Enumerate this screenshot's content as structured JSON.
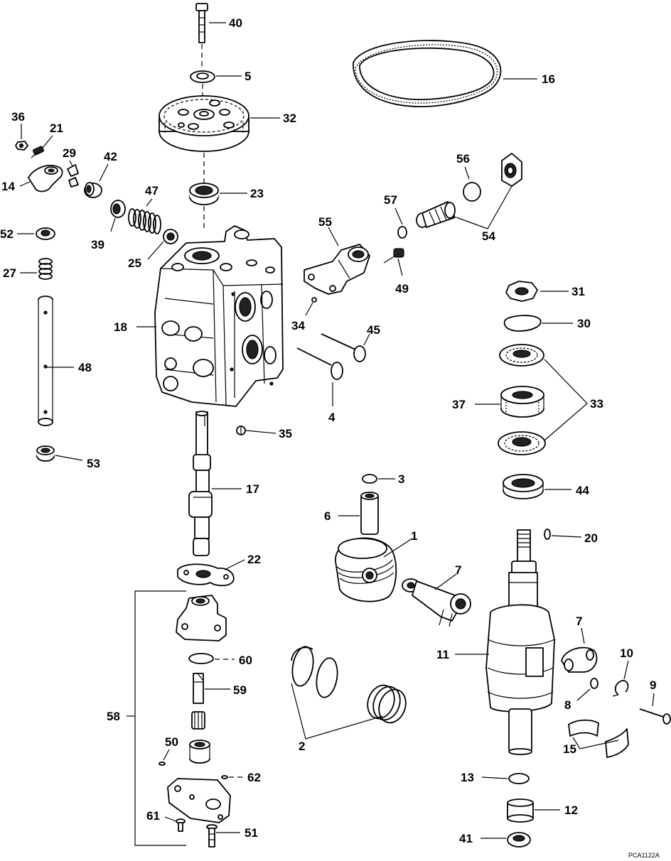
{
  "diagram": {
    "code": "PCA1122A",
    "callouts": {
      "c1": "1",
      "c2": "2",
      "c3": "3",
      "c4": "4",
      "c5": "5",
      "c6": "6",
      "c7a": "7",
      "c7b": "7",
      "c8": "8",
      "c9": "9",
      "c10": "10",
      "c11": "11",
      "c12": "12",
      "c13": "13",
      "c14": "14",
      "c15": "15",
      "c16": "16",
      "c17": "17",
      "c18": "18",
      "c20": "20",
      "c21": "21",
      "c22": "22",
      "c23": "23",
      "c25": "25",
      "c27": "27",
      "c29": "29",
      "c30": "30",
      "c31": "31",
      "c32": "32",
      "c33": "33",
      "c34": "34",
      "c35": "35",
      "c36": "36",
      "c37": "37",
      "c39": "39",
      "c40": "40",
      "c41": "41",
      "c42": "42",
      "c44": "44",
      "c45": "45",
      "c47": "47",
      "c48": "48",
      "c49": "49",
      "c50": "50",
      "c51": "51",
      "c52": "52",
      "c53": "53",
      "c54": "54",
      "c55": "55",
      "c56": "56",
      "c57": "57",
      "c58": "58",
      "c59": "59",
      "c60": "60",
      "c61": "61",
      "c62": "62"
    }
  }
}
